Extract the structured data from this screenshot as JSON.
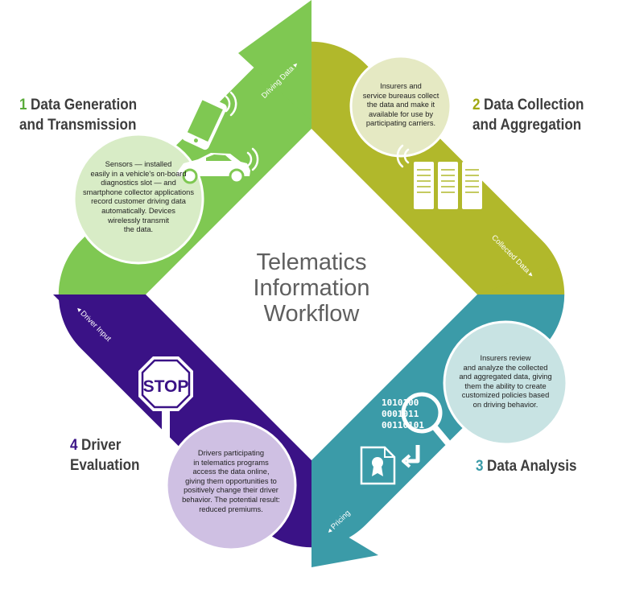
{
  "title": {
    "line1": "Telematics",
    "line2": "Information",
    "line3": "Workflow"
  },
  "colors": {
    "stage1": "#7fc852",
    "stage1_light": "#d8ecc6",
    "stage2": "#b1b82b",
    "stage2_light": "#e5e9c3",
    "stage3": "#3b9ba8",
    "stage3_light": "#c8e3e3",
    "stage4": "#3a1286",
    "stage4_light": "#cfc0e3",
    "num1": "#5aab3a",
    "num2": "#a0a812",
    "num3": "#3b9ba8",
    "num4": "#3a1286"
  },
  "stages": [
    {
      "number": "1",
      "heading_line1": "Data Generation",
      "heading_line2": "and Transmission",
      "description_lines": [
        "Sensors — installed",
        "easily in a vehicle's on-board",
        "diagnostics slot — and",
        "smartphone collector applications",
        "record customer driving data",
        "automatically. Devices",
        "wirelessly transmit",
        "the data."
      ],
      "flow_label": "Driving Data",
      "icons": [
        "smartphone-icon",
        "car-icon",
        "wireless-signal-icon"
      ]
    },
    {
      "number": "2",
      "heading_line1": "Data Collection",
      "heading_line2": "and Aggregation",
      "description_lines": [
        "Insurers and",
        "service bureaus collect",
        "the data and make it",
        "available for use by",
        "participating carriers."
      ],
      "flow_label": "Collected Data",
      "icons": [
        "wireless-signal-icon",
        "server-rack-icon"
      ]
    },
    {
      "number": "3",
      "heading_line1": "Data Analysis",
      "heading_line2": "",
      "description_lines": [
        "Insurers review",
        "and analyze the collected",
        "and aggregated data, giving",
        "them the ability to create",
        "customized policies based",
        "on driving behavior."
      ],
      "flow_label": "Pricing",
      "icons": [
        "binary-magnifier-icon",
        "certificate-document-icon",
        "return-arrow-icon"
      ],
      "binary_lines": [
        "1010100",
        "0001011",
        "00110101"
      ]
    },
    {
      "number": "4",
      "heading_line1": "Driver",
      "heading_line2": "Evaluation",
      "description_lines": [
        "Drivers participating",
        "in telematics programs",
        "access the data online,",
        "giving them opportunities to",
        "positively change their driver",
        "behavior. The potential result:",
        "reduced premiums."
      ],
      "flow_label": "Driver Input",
      "icons": [
        "stop-sign-icon"
      ],
      "sign_text": "STOP"
    }
  ]
}
